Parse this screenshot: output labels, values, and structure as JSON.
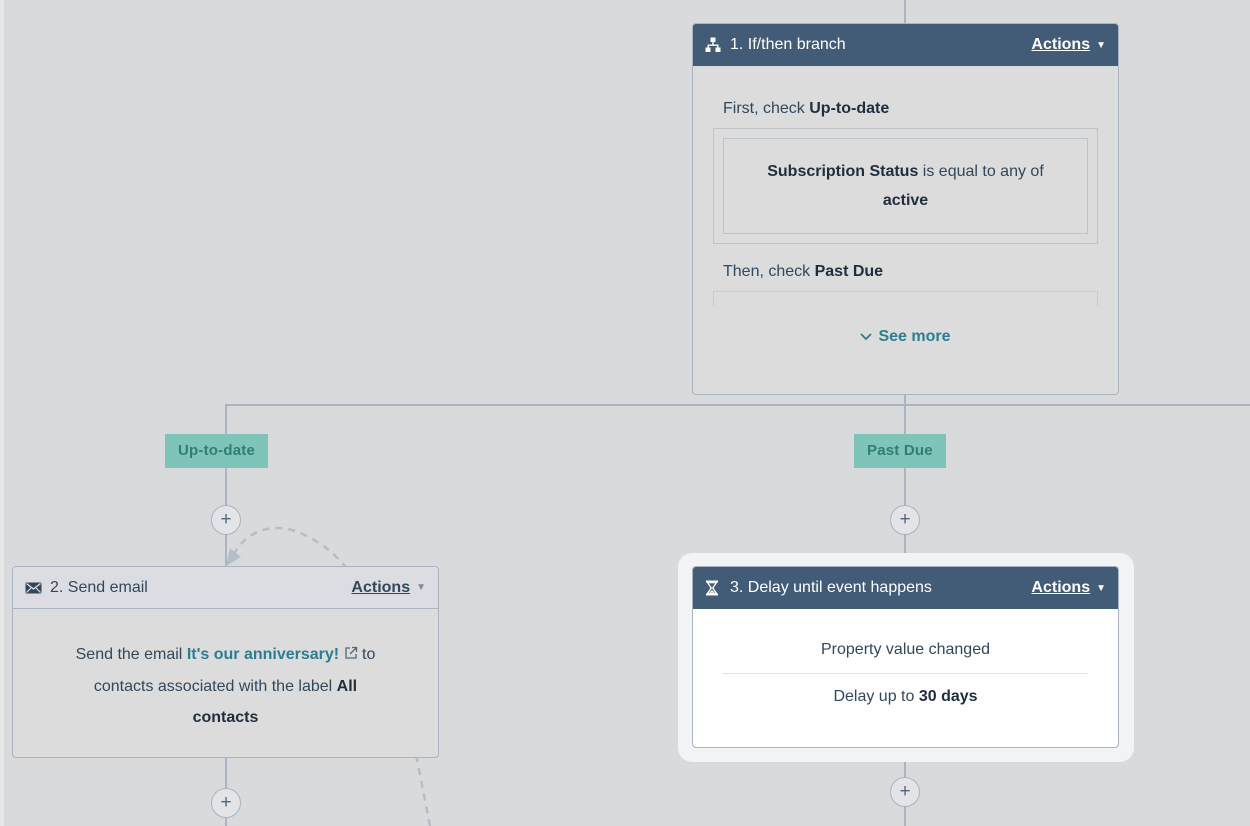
{
  "branch_card": {
    "title": "1. If/then branch",
    "actions_label": "Actions",
    "first_check_prefix": "First, check",
    "first_check_branch": "Up-to-date",
    "condition_property": "Subscription Status",
    "condition_operator": "is equal to any of",
    "condition_value": "active",
    "then_check_prefix": "Then, check",
    "then_check_branch": "Past Due",
    "see_more_label": "See more"
  },
  "branch_labels": {
    "left": "Up-to-date",
    "right": "Past Due"
  },
  "email_card": {
    "title": "2. Send email",
    "actions_label": "Actions",
    "text_prefix": "Send the email",
    "email_name": "It's our anniversary!",
    "text_middle_1": "to",
    "text_middle_2": "contacts associated with the label",
    "label_name_1": "All",
    "label_name_2": "contacts"
  },
  "delay_card": {
    "title": "3. Delay until event happens",
    "actions_label": "Actions",
    "event_text": "Property value changed",
    "delay_prefix": "Delay up to",
    "delay_value": "30 days"
  },
  "plus_symbol": "+",
  "icons": {
    "branch": "branch-icon",
    "email": "envelope-icon",
    "delay": "hourglass-icon",
    "external": "external-link-icon",
    "chevron": "chevron-down-icon"
  },
  "colors": {
    "canvas": "#d9dadc",
    "header_dark": "#425b76",
    "branch_tag": "#7fc4b8",
    "link": "#2a7e8f",
    "connector": "#aab4c3"
  }
}
